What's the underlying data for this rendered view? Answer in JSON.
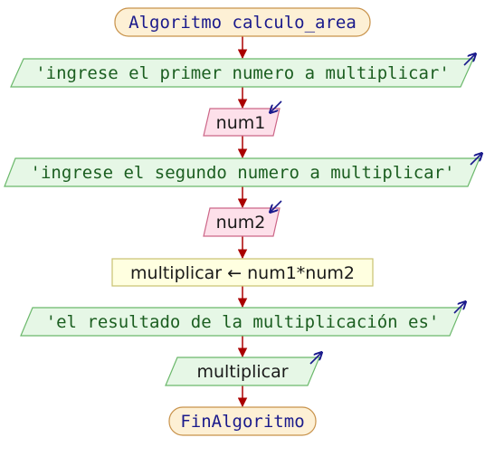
{
  "diagram": {
    "start": "Algoritmo calculo_area",
    "out1": "'ingrese el primer numero a multiplicar'",
    "in1": "num1",
    "out2": "'ingrese el segundo numero a multiplicar'",
    "in2": "num2",
    "assign": "multiplicar ← num1*num2",
    "out3": "'el resultado de la multiplicación es'",
    "out4": "multiplicar",
    "end": "FinAlgoritmo"
  },
  "colors": {
    "terminal_fill": "#fdf0d5",
    "terminal_stroke": "#c8924a",
    "terminal_text": "#1a1a8c",
    "output_fill": "#e6f7e6",
    "output_stroke": "#6bb86b",
    "output_text": "#1b5e20",
    "input_fill": "#fde0ea",
    "input_stroke": "#cc6688",
    "process_fill": "#ffffe0",
    "process_stroke": "#c8c070",
    "arrow": "#aa0000",
    "io_arrow": "#1a1a8c"
  }
}
